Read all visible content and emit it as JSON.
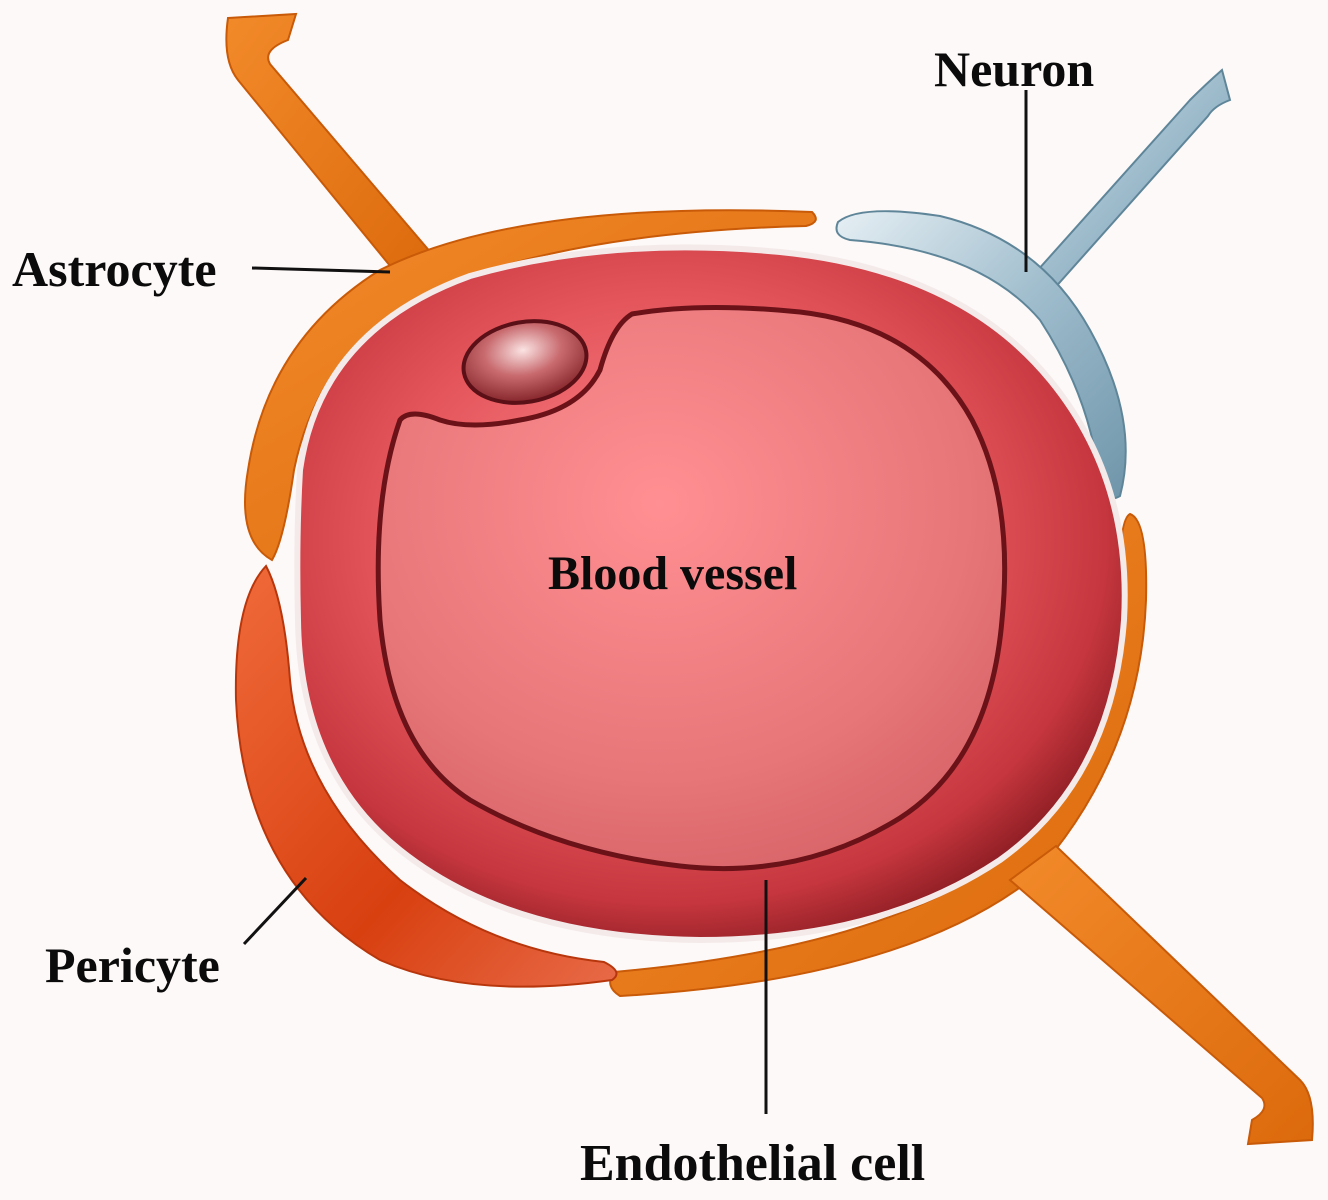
{
  "labels": {
    "neuron": "Neuron",
    "astrocyte": "Astrocyte",
    "blood_vessel": "Blood vessel",
    "pericyte": "Pericyte",
    "endothelial_cell": "Endothelial cell"
  },
  "colors": {
    "background": "#fdf9f8",
    "astrocyte": "#e8720f",
    "neuron": "#8fb2c4",
    "pericyte": "#d9481a",
    "vessel_outer": "#d8404a",
    "vessel_lumen": "#f07f82",
    "vessel_outline": "#6a1218"
  }
}
